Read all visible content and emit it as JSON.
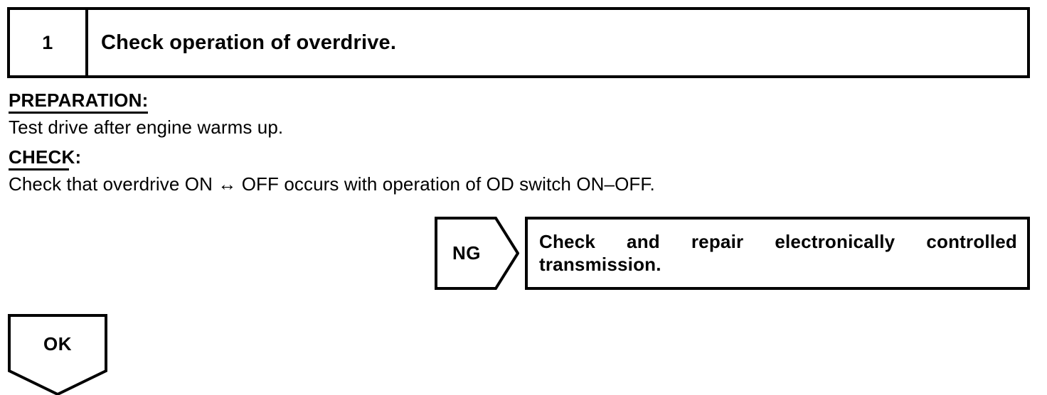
{
  "step": {
    "number": "1",
    "title": "Check operation of overdrive."
  },
  "body": {
    "preparation_heading": "PREPARATION:",
    "preparation_text": "Test drive after engine warms up.",
    "check_heading": "CHECK:",
    "check_text": "Check that overdrive ON ↔ OFF occurs with operation of OD switch ON–OFF."
  },
  "branches": {
    "ng": {
      "label": "NG",
      "result_line1": "Check and repair electronically controlled",
      "result_line2": "transmission."
    },
    "ok": {
      "label": "OK"
    }
  },
  "colors": {
    "ink": "#000000",
    "paper": "#ffffff"
  }
}
